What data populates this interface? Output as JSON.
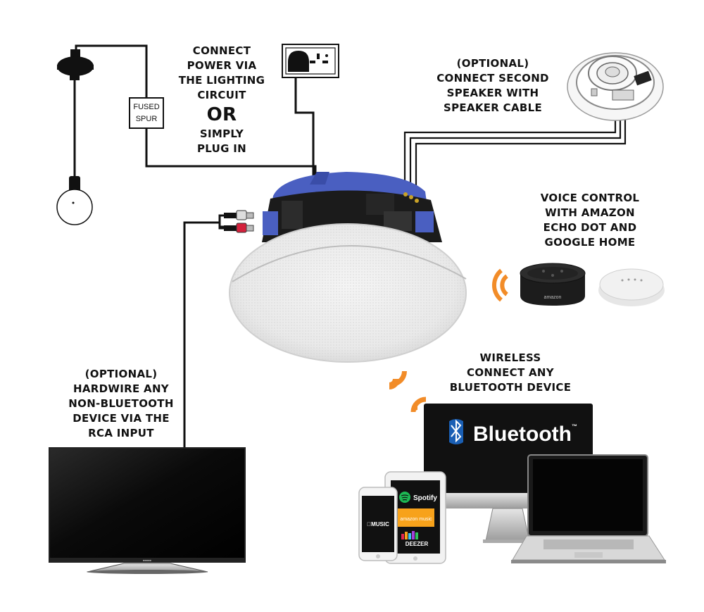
{
  "labels": {
    "power": {
      "line1": "CONNECT",
      "line2": "POWER VIA",
      "line3": "THE LIGHTING",
      "line4": "CIRCUIT",
      "or": "OR",
      "line5": "SIMPLY",
      "line6": "PLUG IN"
    },
    "second_speaker": {
      "line1": "(OPTIONAL)",
      "line2": "CONNECT SECOND",
      "line3": "SPEAKER WITH",
      "line4": "SPEAKER CABLE"
    },
    "voice": {
      "line1": "VOICE CONTROL",
      "line2": "WITH AMAZON",
      "line3": "ECHO DOT AND",
      "line4": "GOOGLE HOME"
    },
    "wireless": {
      "line1": "WIRELESS",
      "line2": "CONNECT ANY",
      "line3": "BLUETOOTH DEVICE"
    },
    "hardwire": {
      "line1": "(OPTIONAL)",
      "line2": "HARDWIRE ANY",
      "line3": "NON-BLUETOOTH",
      "line4": "DEVICE VIA THE",
      "line5": "RCA INPUT"
    }
  },
  "fused_spur": {
    "line1": "FUSED",
    "line2": "SPUR"
  },
  "bluetooth_brand": "Bluetooth",
  "bluetooth_tm": "™",
  "echo_brand": "amazon",
  "app_labels": {
    "apple_music": "MUSIC",
    "spotify": "Spotify",
    "amazon_music": "amazon music",
    "deezer": "DEEZER"
  },
  "colors": {
    "wifi_orange": "#f28c28",
    "speaker_blue": "#4a5fc1",
    "wire": "#111111",
    "bluetooth_blue": "#1a5fb4"
  }
}
